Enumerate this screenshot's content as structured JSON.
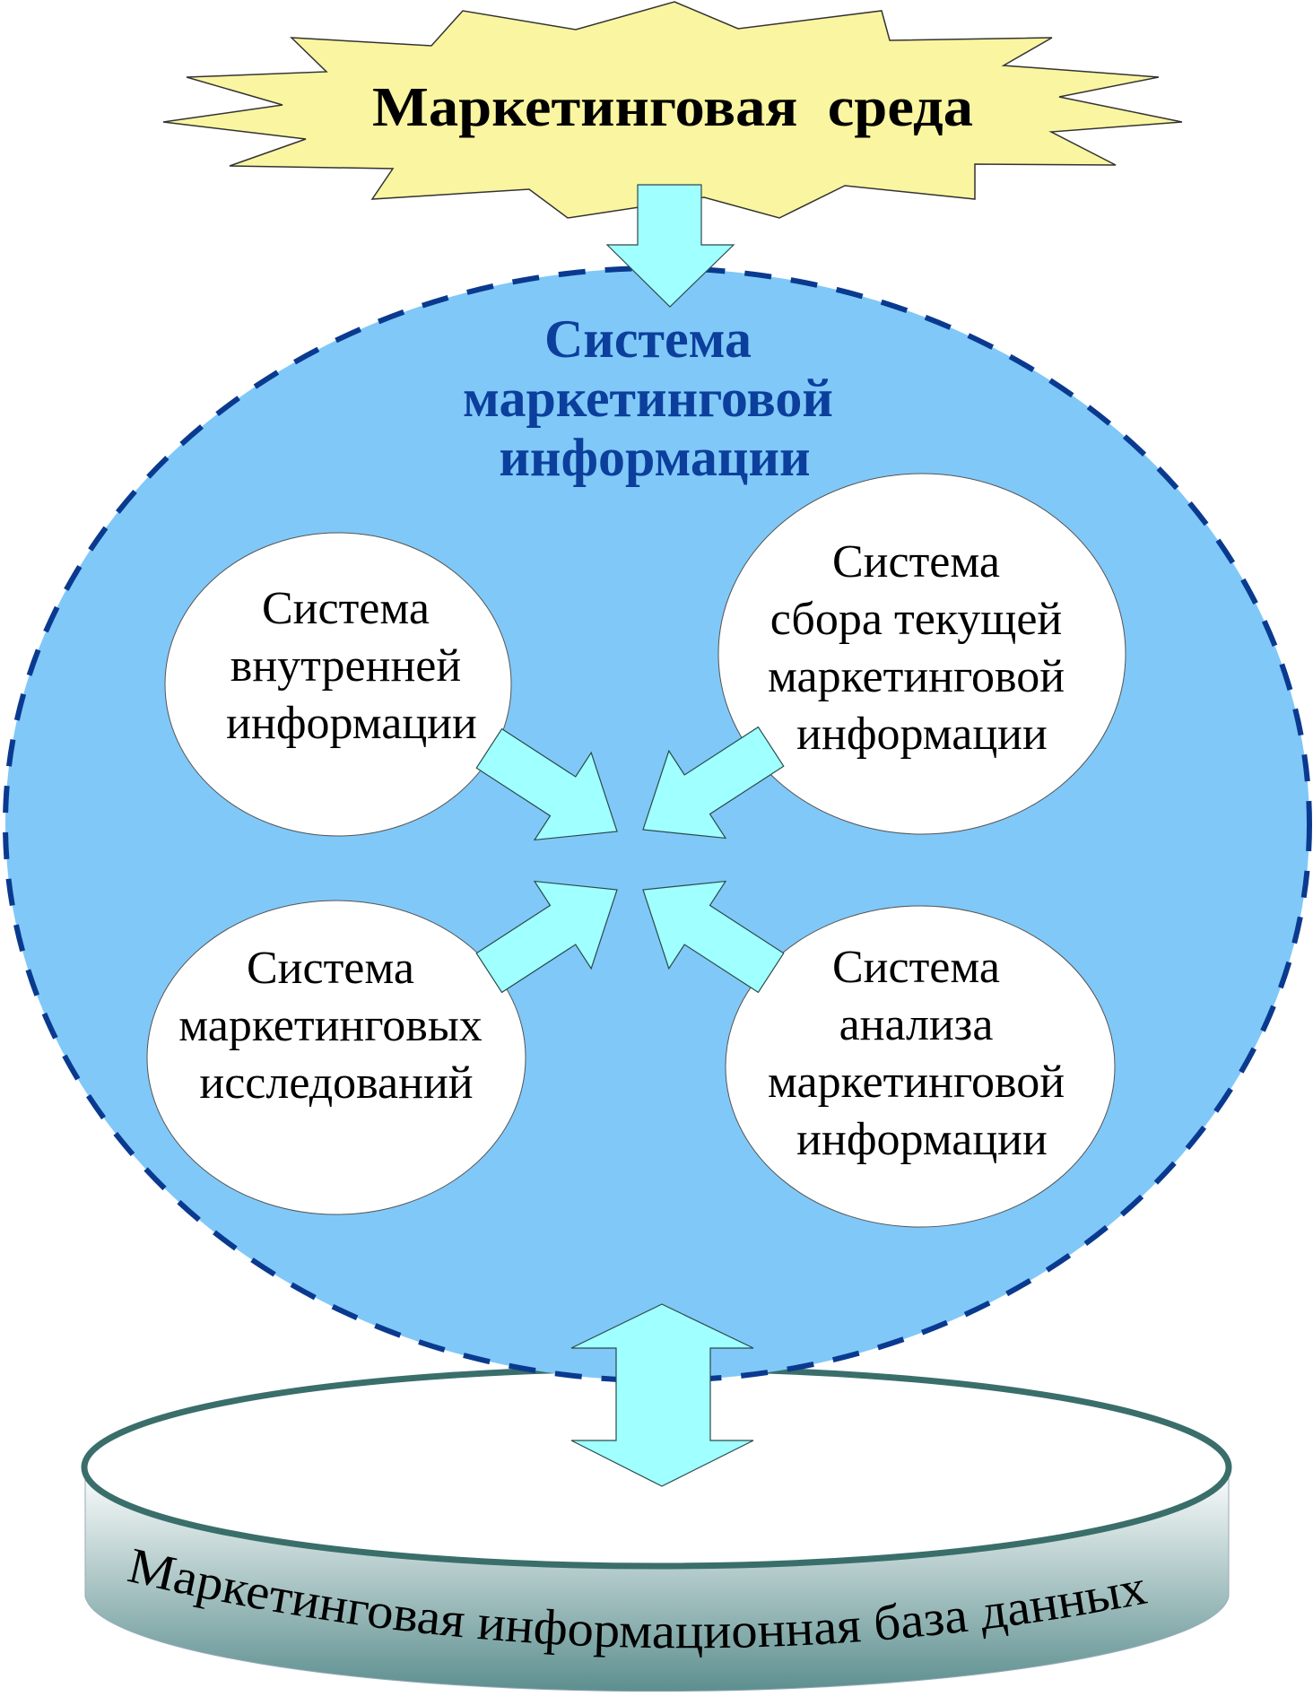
{
  "environment": {
    "label": "Маркетинговая  среда"
  },
  "system": {
    "title_lines": [
      "Система",
      "маркетинговой",
      "информации"
    ],
    "subsystems": [
      {
        "lines": [
          "Система",
          "внутренней",
          "информации"
        ]
      },
      {
        "lines": [
          "Система",
          "сбора текущей",
          "маркетинговой",
          "информации"
        ]
      },
      {
        "lines": [
          "Система",
          "маркетинговых",
          "исследований"
        ]
      },
      {
        "lines": [
          "Система",
          "анализа",
          "маркетинговой",
          "информации"
        ]
      }
    ]
  },
  "database": {
    "label": "Маркетинговая информационная база данных"
  },
  "colors": {
    "star": "#faf5a0",
    "system_fill": "#80c8f8",
    "system_border": "#0a3a8f",
    "arrow": "#a0ffff",
    "database_border": "#3a6e6a",
    "title": "#0c3f9c"
  }
}
